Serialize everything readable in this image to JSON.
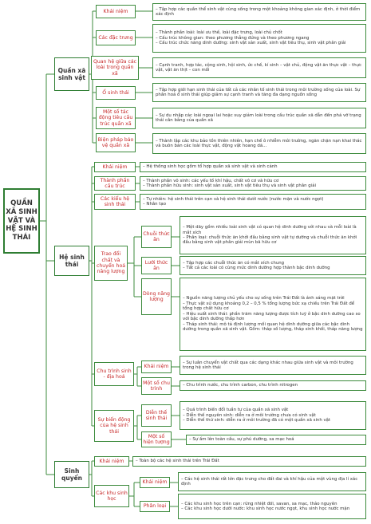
{
  "root": {
    "title": "QUẦN XÃ SINH VẬT VÀ HỆ SINH THÁI"
  },
  "branches": [
    {
      "label": "Quần xã sinh vật",
      "children": [
        {
          "label": "Khái niệm",
          "text": [
            "Tập hợp các quần thể sinh vật cùng sống trong một khoảng không gian xác định, ở thời điểm xác định"
          ]
        },
        {
          "label": "Các đặc trưng",
          "text": [
            "Thành phần loài: loài ưu thế, loài đặc trưng, loài chủ chốt",
            "Cấu trúc không gian: theo phương thẳng đứng và theo phương ngang",
            "Cấu trúc chức năng dinh dưỡng: sinh vật sản xuất, sinh vật tiêu thụ, sinh vật phân giải"
          ]
        },
        {
          "label": "Quan hệ giữa các loài trong quần xã",
          "text": [
            "Cạnh tranh, hợp tác, cộng sinh, hội sinh, ức chế, kí sinh – vật chủ, động vật ăn thực vật – thực vật, vật ăn thịt – con mồi"
          ]
        },
        {
          "label": "Ổ sinh thái",
          "text": [
            "Tập hợp giới hạn sinh thái của tất cả các nhân tố sinh thái trong môi trường sống của loài. Sự phân hoá ổ sinh thái giúp giảm sự cạnh tranh và tăng đa dạng nguồn sống"
          ]
        },
        {
          "label": "Một số tác động tiêu cấu trúc quần xã",
          "text": [
            "Sự du nhập các loài ngoại lai hoặc suy giảm loài trong cấu trúc quần xã dẫn đến phá vỡ trạng thái cân bằng của quần xã"
          ]
        },
        {
          "label": "Biện pháp bảo vệ quần xã",
          "text": [
            "Thành lập các khu bảo tồn thiên nhiên, hạn chế ô nhiễm môi trường, ngăn chặn nạn khai thác và buôn bán các loài thực vật, động vật hoang dã..."
          ]
        }
      ]
    },
    {
      "label": "Hệ sinh thái",
      "children": [
        {
          "label": "Khái niệm",
          "text": [
            "Hệ thống sinh học gồm tổ hợp quần xã sinh vật và sinh cảnh"
          ]
        },
        {
          "label": "Thành phần cấu trúc",
          "text": [
            "Thành phần vô sinh: các yếu tố khí hậu, chất vô cơ và hữu cơ",
            "Thành phần hữu sinh: sinh vật sản xuất, sinh vật tiêu thụ và sinh vật phân giải"
          ]
        },
        {
          "label": "Các kiểu hệ sinh thái",
          "text": [
            "Tự nhiên: hệ sinh thái trên cạn và hệ sinh thái dưới nước (nước mặn và nước ngọt)",
            "Nhân tạo"
          ]
        },
        {
          "label": "Trao đổi chất và chuyển hoá năng lượng",
          "children": [
            {
              "label": "Chuỗi thức ăn",
              "text": [
                "Một dãy gồm nhiều loài sinh vật có quan hệ dinh dưỡng với nhau và mỗi loài là mắt xích",
                "Phân loại: chuỗi thức ăn khởi đầu bằng sinh vật tự dưỡng và chuỗi thức ăn khởi đầu bằng sinh vật phân giải mùn bã hữu cơ"
              ]
            },
            {
              "label": "Lưới thức ăn",
              "text": [
                "Tập hợp các chuỗi thức ăn có mắt xích chung",
                "Tất cả các loài có cùng mức dinh dưỡng hợp thành bậc dinh dưỡng"
              ]
            },
            {
              "label": "Dòng năng lượng",
              "text": [
                "Nguồn năng lượng chủ yếu cho sự sống trên Trái Đất là ánh sáng mặt trời",
                "Thực vật sử dụng khoảng 0,2 – 0,5 % tổng lượng bức xạ chiếu trên Trái Đất để tổng hợp chất hữu cơ",
                "Hiệu suất sinh thái: phần trăm năng lượng được tích luỹ ở bậc dinh dưỡng cao so với bậc dinh dưỡng thấp hơn",
                "Tháp sinh thái: mô tả định lượng mối quan hệ dinh dưỡng giữa các bậc dinh dưỡng trong quần xã sinh vật. Gồm: tháp số lượng, tháp sinh khối, tháp năng lượng"
              ]
            }
          ]
        },
        {
          "label": "Chu trình sinh - địa hoá",
          "children": [
            {
              "label": "Khái niệm",
              "text": [
                "Sự luân chuyển vật chất qua các dạng khác nhau giữa sinh vật và môi trường trong hệ sinh thái"
              ]
            },
            {
              "label": "Một số chu trình",
              "text": [
                "Chu trình nước, chu trình carbon, chu trình nitrogen"
              ]
            }
          ]
        },
        {
          "label": "Sự biến động của hệ sinh thái",
          "children": [
            {
              "label": "Diễn thế sinh thái",
              "text": [
                "Quá trình biến đổi tuần tự của quần xã sinh vật",
                "Diễn thế nguyên sinh: diễn ra ở môi trường chưa có sinh vật",
                "Diễn thế thứ sinh: diễn ra ở môi trường đã có một quần xã sinh vật"
              ]
            },
            {
              "label": "Một số hiện tượng",
              "text": [
                "Sự ấm lên toàn cầu, sự phú dưỡng, sa mạc hoá"
              ]
            }
          ]
        }
      ]
    },
    {
      "label": "Sinh quyển",
      "children": [
        {
          "label": "Khái niệm",
          "text": [
            "Toàn bộ các hệ sinh thái trên Trái Đất"
          ]
        },
        {
          "label": "Các khu sinh học",
          "children": [
            {
              "label": "Khái niệm",
              "text": [
                "Các hệ sinh thái rất lớn đặc trưng cho đất đai và khí hậu của một vùng địa lí xác định"
              ]
            },
            {
              "label": "Phân loại",
              "text": [
                "Các khu sinh học trên cạn: rừng nhiệt đới, savan, sa mạc, thảo nguyên",
                "Các khu sinh học dưới nước: khu sinh học nước ngọt, khu sinh học nước mặn"
              ]
            }
          ]
        }
      ]
    }
  ]
}
